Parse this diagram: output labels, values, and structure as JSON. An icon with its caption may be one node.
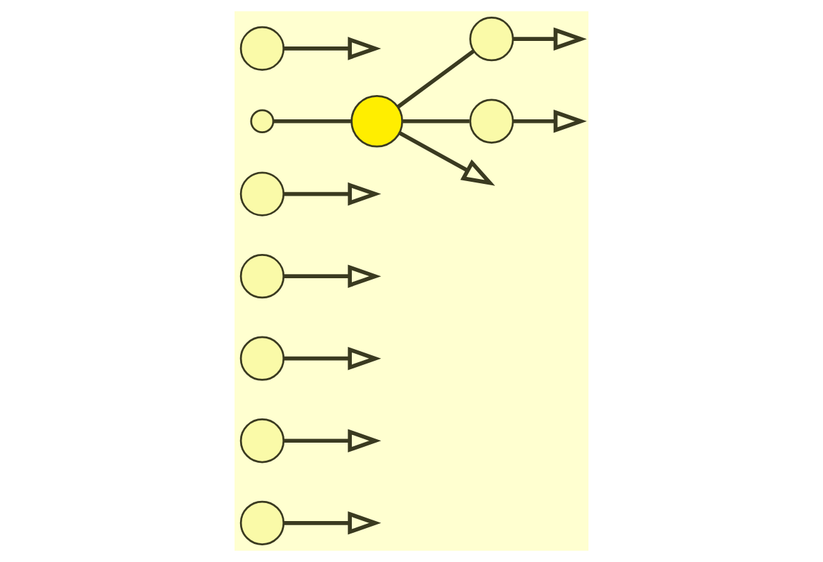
{
  "diagram": {
    "nodes": [
      {
        "text": [],
        "shape": "circle"
      },
      {
        "text": [],
        "shape": "circle"
      },
      {
        "text": [],
        "shape": "circle"
      },
      {
        "text": [],
        "shape": "circle"
      },
      {
        "text": [],
        "shape": "circle"
      },
      {
        "text": [],
        "shape": "circle"
      },
      {
        "text": [],
        "shape": "circle"
      },
      {
        "text": [],
        "shape": "circle"
      },
      {
        "text": [],
        "shape": "circle"
      },
      {
        "text": [],
        "shape": "circle"
      }
    ],
    "edges": [
      {
        "from": 0,
        "to": null,
        "arrow": "to"
      },
      {
        "from": 1,
        "to": null,
        "arrow": "to"
      },
      {
        "from": 2,
        "to": null,
        "arrow": "to"
      },
      {
        "from": 3,
        "to": null,
        "arrow": "to"
      },
      {
        "from": 4,
        "to": null,
        "arrow": "to"
      },
      {
        "from": 6,
        "to": null,
        "arrow": "to"
      },
      {
        "from": 5,
        "to": 7,
        "arrow": "none"
      },
      {
        "from": 7,
        "to": 8,
        "arrow": "none"
      },
      {
        "from": 7,
        "to": 9,
        "arrow": "none"
      },
      {
        "from": 7,
        "to": null,
        "arrow": "to"
      },
      {
        "from": 8,
        "to": null,
        "arrow": "to"
      },
      {
        "from": 9,
        "to": null,
        "arrow": "to"
      }
    ]
  }
}
